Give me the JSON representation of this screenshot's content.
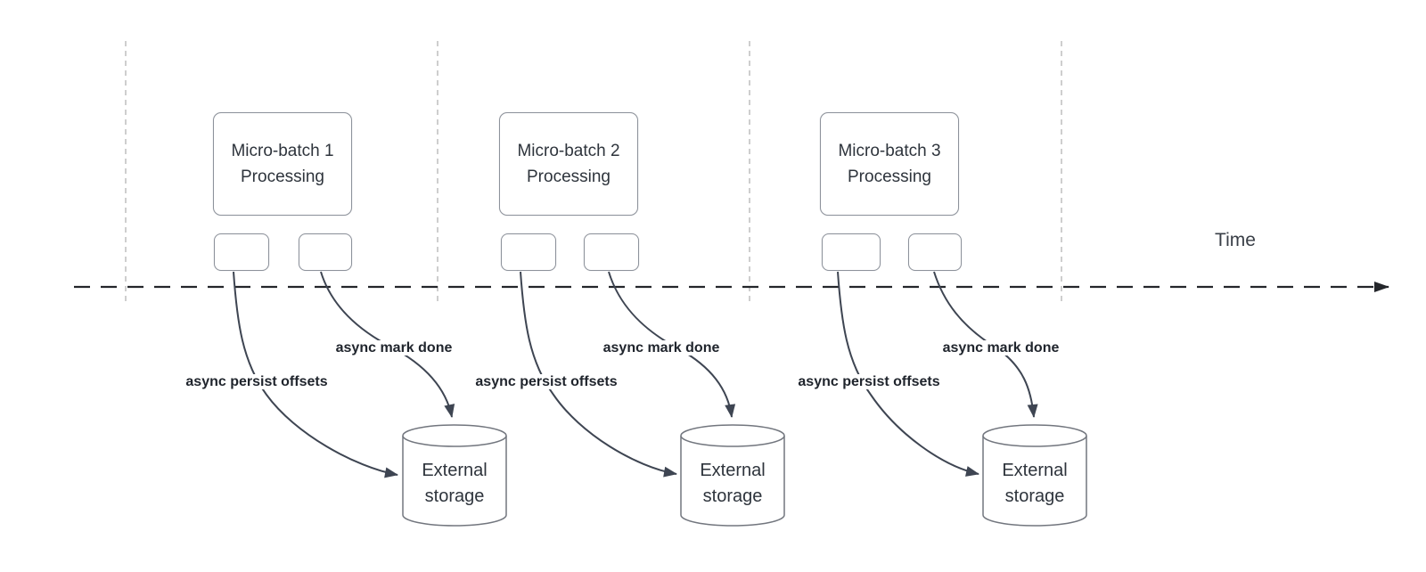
{
  "timeline": {
    "label": "Time"
  },
  "groups": [
    {
      "box_title": "Micro-batch 1",
      "box_subtitle": "Processing",
      "persist_label": "async persist offsets",
      "mark_done_label": "async mark done",
      "storage_title": "External",
      "storage_subtitle": "storage"
    },
    {
      "box_title": "Micro-batch 2",
      "box_subtitle": "Processing",
      "persist_label": "async persist offsets",
      "mark_done_label": "async mark done",
      "storage_title": "External",
      "storage_subtitle": "storage"
    },
    {
      "box_title": "Micro-batch 3",
      "box_subtitle": "Processing",
      "persist_label": "async persist offsets",
      "mark_done_label": "async mark done",
      "storage_title": "External",
      "storage_subtitle": "storage"
    }
  ],
  "colors": {
    "curve_arrow": "#3e4552",
    "timeline_axis": "#24262b",
    "guide_line": "#b9b9b9",
    "shape_border": "#8d929b",
    "cylinder_border": "#72767e",
    "shape_text": "#2e343c",
    "label_text": "#20252d"
  }
}
